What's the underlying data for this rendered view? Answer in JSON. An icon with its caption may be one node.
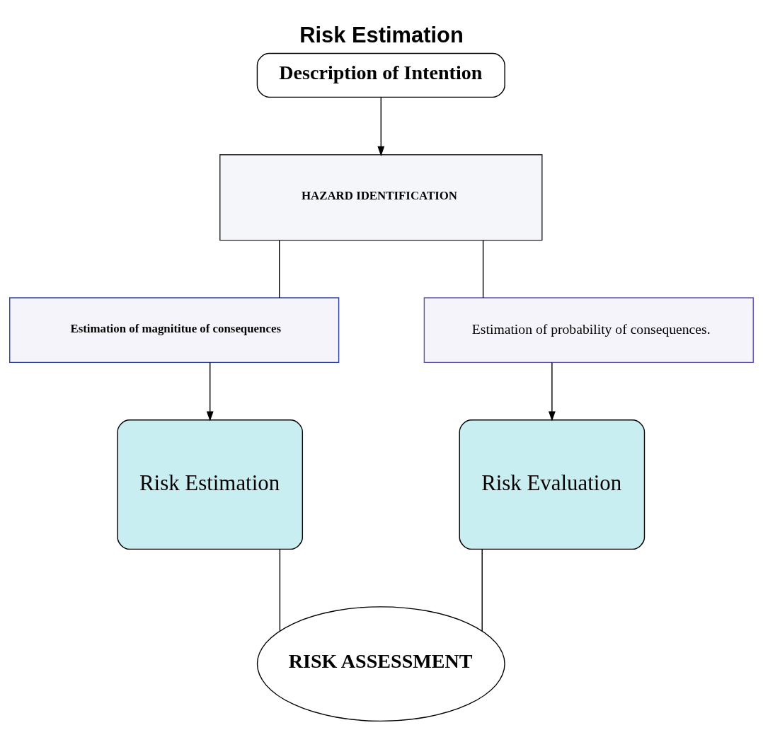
{
  "diagram": {
    "title": "Risk Estimation",
    "nodes": [
      {
        "text": [
          "Description of Intention"
        ]
      },
      {
        "text": [
          "HAZARD IDENTIFICATION"
        ]
      },
      {
        "text": [
          "Estimation of magnititue of consequences"
        ]
      },
      {
        "text": [
          "Estimation of probability of consequences."
        ]
      },
      {
        "text": [
          "Risk Estimation"
        ]
      },
      {
        "text": [
          "Risk Evaluation"
        ]
      },
      {
        "text": [
          "RISK ASSESSMENT"
        ]
      }
    ],
    "edges": [
      {
        "from": 0,
        "to": 1,
        "arrow": "to"
      },
      {
        "from": 1,
        "to": 2,
        "arrow": "none"
      },
      {
        "from": 1,
        "to": 3,
        "arrow": "none"
      },
      {
        "from": 2,
        "to": 4,
        "arrow": "to"
      },
      {
        "from": 3,
        "to": 5,
        "arrow": "to"
      },
      {
        "from": 4,
        "to": 6,
        "arrow": "none"
      },
      {
        "from": 5,
        "to": 6,
        "arrow": "none"
      }
    ]
  }
}
